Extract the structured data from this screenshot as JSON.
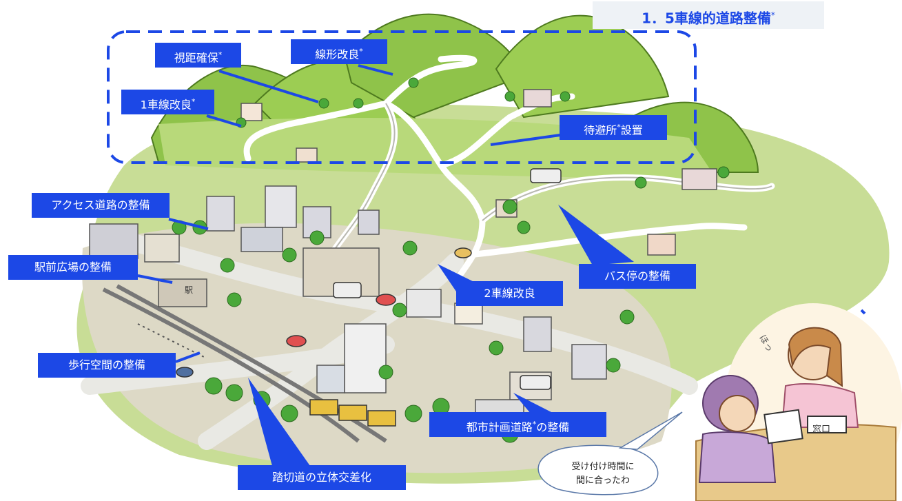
{
  "heading": {
    "text": "1．5車線的道路整備",
    "mark": "*"
  },
  "labels": {
    "visibility": {
      "text": "視距確保",
      "mark": "*"
    },
    "alignment": {
      "text": "線形改良",
      "mark": "*"
    },
    "one_lane": {
      "text": "1車線改良",
      "mark": "*"
    },
    "passing_text": "待避所",
    "passing_mark": "*",
    "passing_tail": "設置",
    "access_road": "アクセス道路の整備",
    "station_plaza": "駅前広場の整備",
    "bus_stop": "バス停の整備",
    "two_lane": "2車線改良",
    "sidewalk": "歩行空間の整備",
    "city_plan_text": "都市計画道路",
    "city_plan_mark": "*",
    "city_plan_tail": "の整備",
    "crossing": "踏切道の立体交差化"
  },
  "speech": {
    "line1": "受け付け時間に",
    "line2": "間に合ったわ"
  },
  "illustration": {
    "station_sign": "駅",
    "counter_sign": "窓口",
    "exclaim": "ほっ"
  },
  "colors": {
    "label_bg": "#1c48e6",
    "label_text": "#ffffff",
    "heading_text": "#1c48e6",
    "dashed_box": "#1c48e6",
    "hill": "#8fc34a",
    "ground": "#c8dd96",
    "road": "#e9e9e4"
  }
}
